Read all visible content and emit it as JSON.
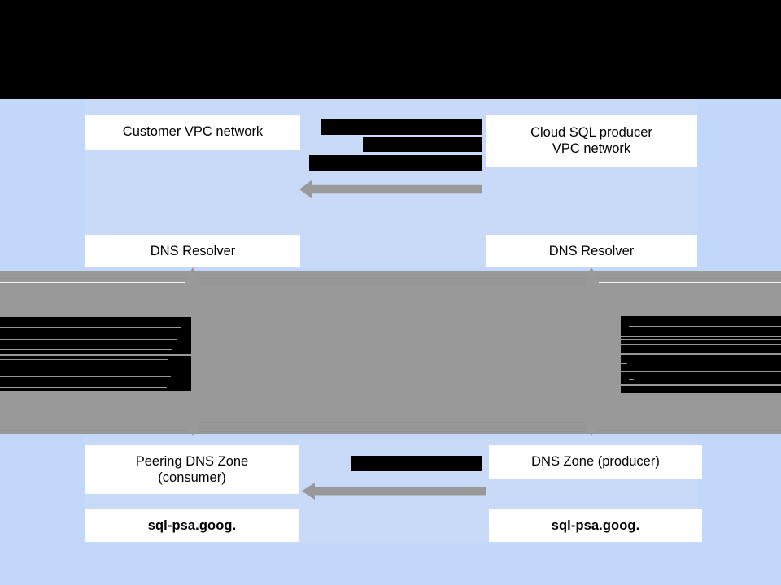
{
  "diagram": {
    "title_hidden": true,
    "colors": {
      "page_background": "#c2d8fb",
      "panel_background": "#c9daf8",
      "band_background": "#999999",
      "box_background": "#ffffff",
      "redaction": "#000000",
      "arrow": "#999999",
      "text": "#000000"
    }
  },
  "top_band": {
    "label": "redacted-title-band"
  },
  "consumer_side": {
    "vpc_box_label": "Customer VPC network",
    "dns_resolver_label": "DNS Resolver",
    "peering_zone_label_line1": "Peering DNS Zone",
    "peering_zone_label_line2": "(consumer)",
    "zone_name": "sql-psa.goog."
  },
  "producer_side": {
    "vpc_box_label_line1": "Cloud SQL producer",
    "vpc_box_label_line2": "VPC network",
    "dns_resolver_label": "DNS Resolver",
    "zone_label": "DNS Zone (producer)",
    "zone_name": "sql-psa.goog."
  },
  "redactions": {
    "top_banner": "",
    "middle_line_1": "",
    "middle_line_2": "",
    "middle_line_3": "",
    "bottom_middle": "",
    "grey_band_left_block": "",
    "grey_band_right_block": ""
  },
  "arrows": {
    "vpc_peering_arrow": "left-pointing-arrow",
    "zone_peering_arrow": "left-pointing-arrow",
    "resolver_up_left": "up-arrowhead",
    "resolver_up_right": "up-arrowhead",
    "zone_down_left": "down-arrowhead",
    "zone_down_right": "down-arrowhead"
  }
}
